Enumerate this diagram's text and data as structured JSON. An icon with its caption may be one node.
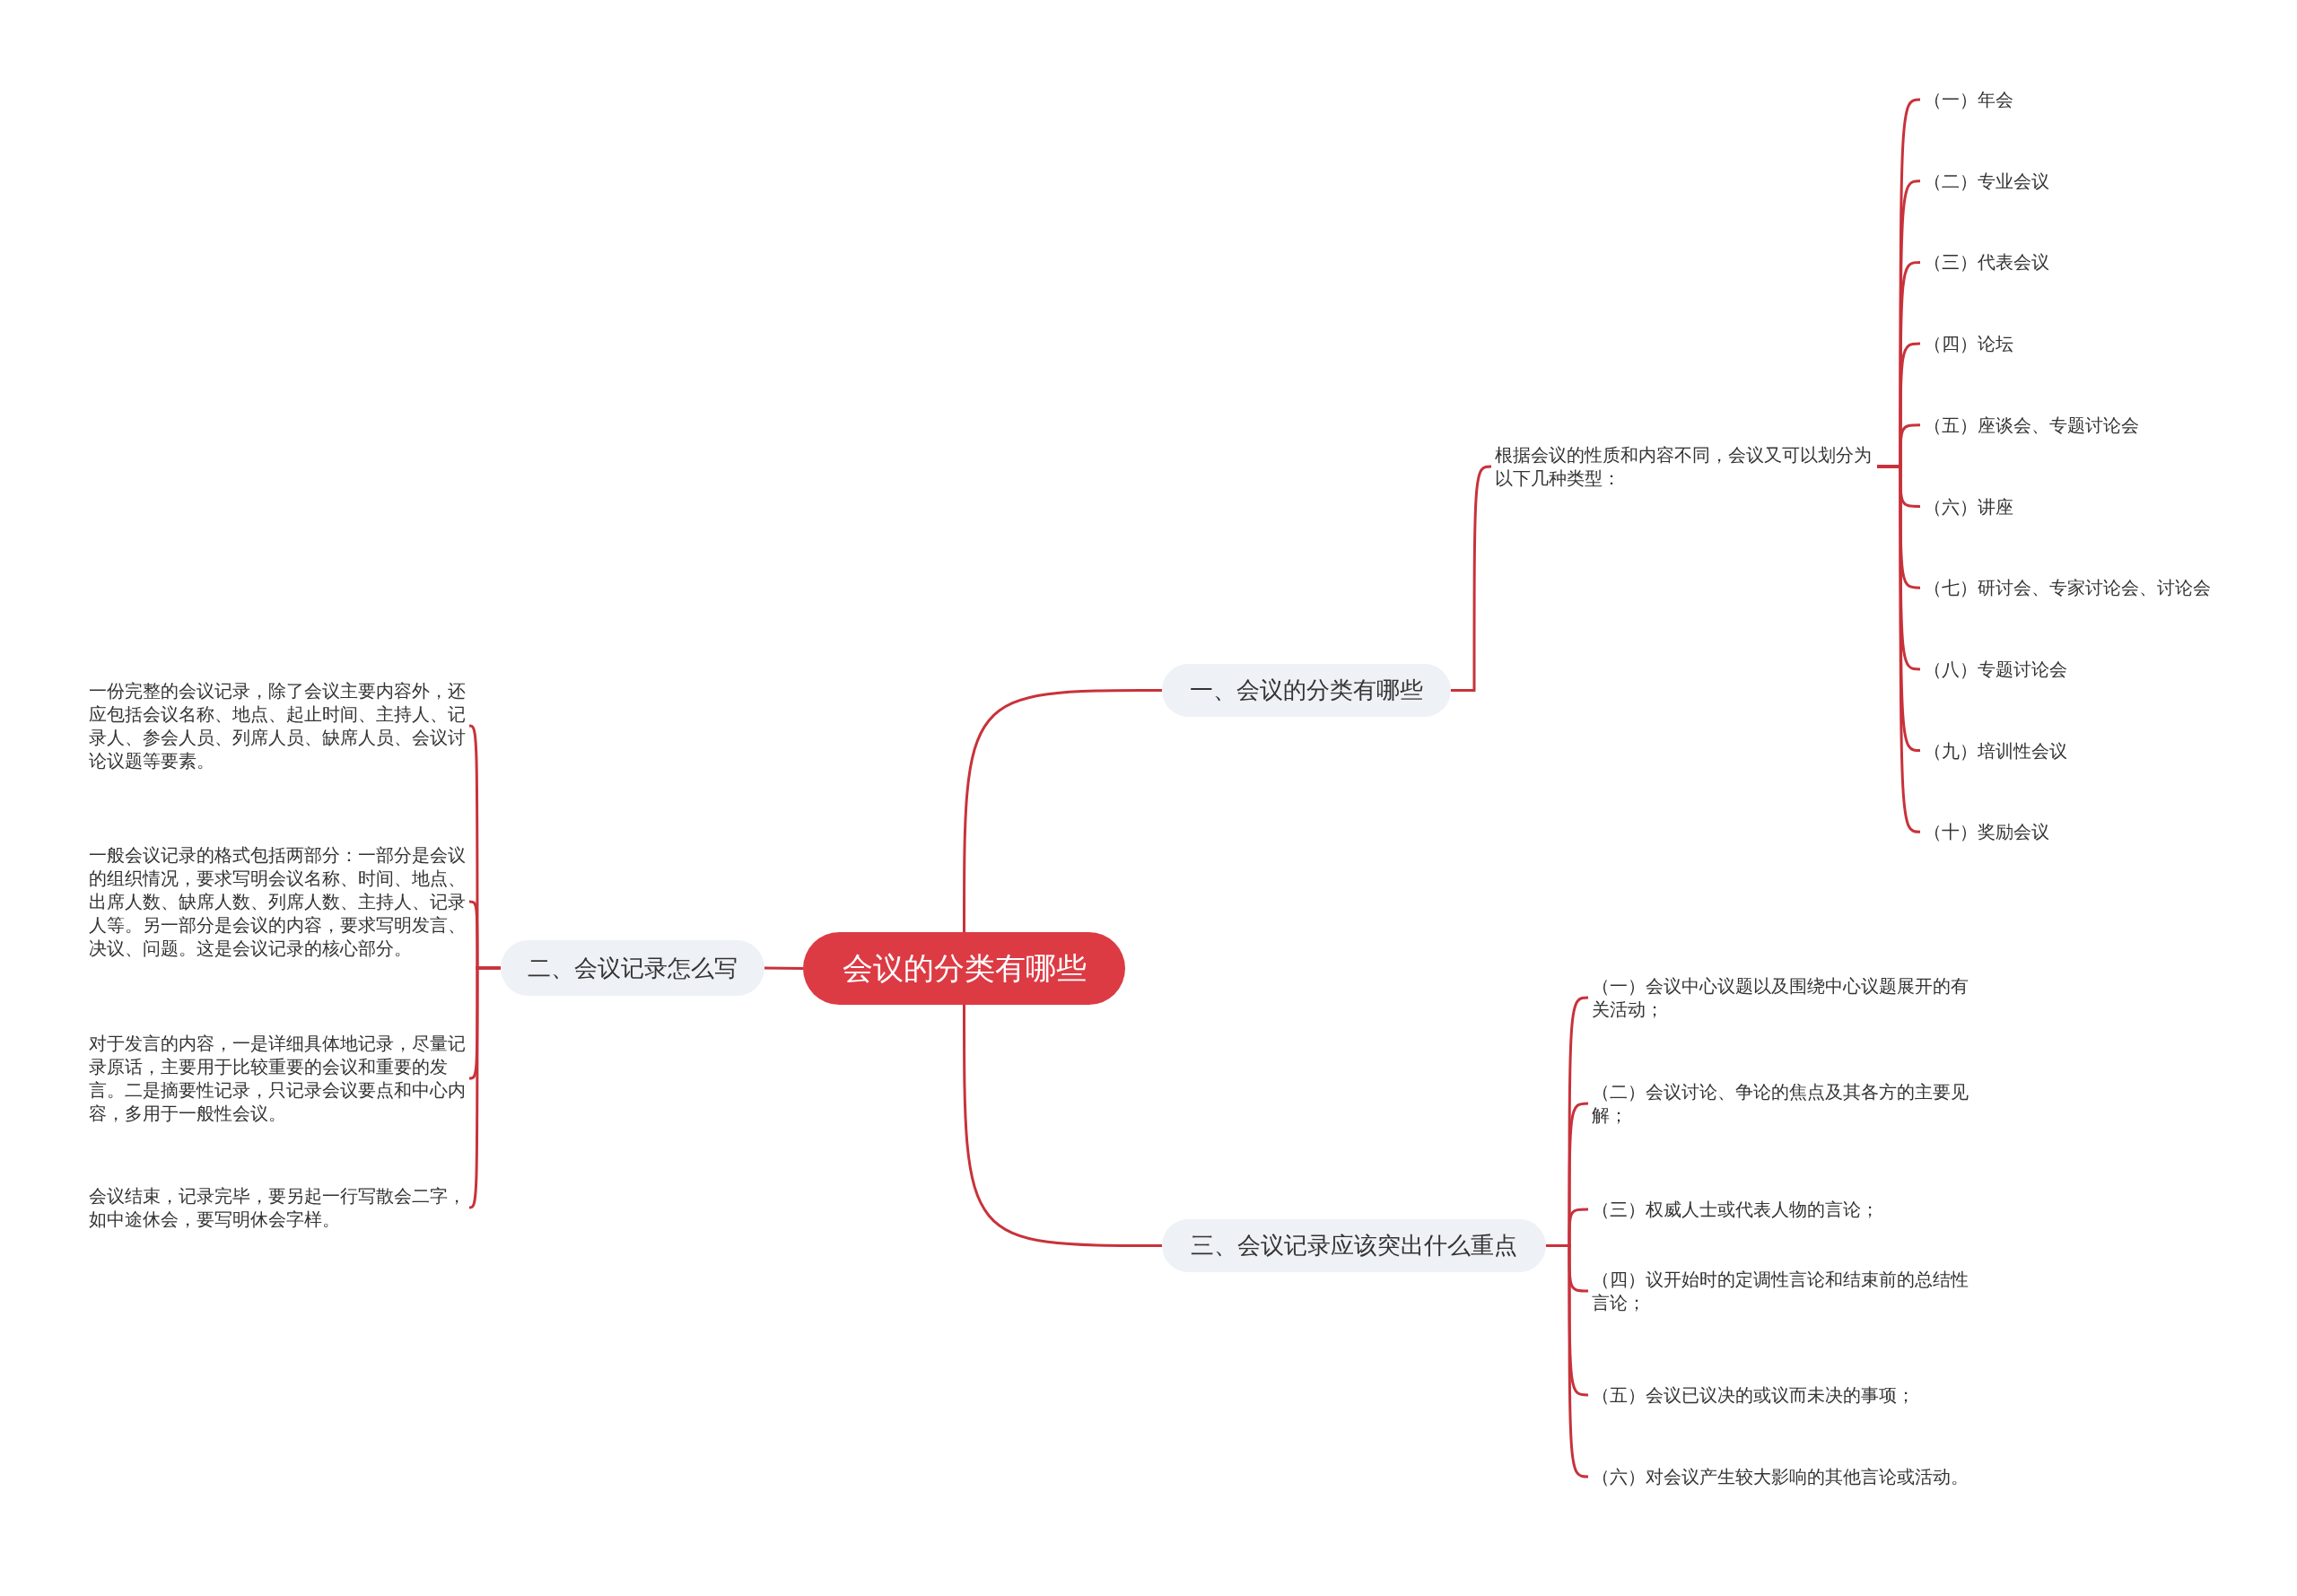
{
  "diagram": {
    "nodes": [
      {
        "text": [
          "会议的分类有哪些"
        ]
      },
      {
        "text": [
          "一、会议的分类有哪些"
        ]
      },
      {
        "text": [
          "根据会议的性质和内容不同，会议又可以划分为以下几种类型："
        ]
      },
      {
        "text": [
          "（一）年会"
        ]
      },
      {
        "text": [
          "（二）专业会议"
        ]
      },
      {
        "text": [
          "（三）代表会议"
        ]
      },
      {
        "text": [
          "（四）论坛"
        ]
      },
      {
        "text": [
          "（五）座谈会、专题讨论会"
        ]
      },
      {
        "text": [
          "（六）讲座"
        ]
      },
      {
        "text": [
          "（七）研讨会、专家讨论会、讨论会"
        ]
      },
      {
        "text": [
          "（八）专题讨论会"
        ]
      },
      {
        "text": [
          "（九）培训性会议"
        ]
      },
      {
        "text": [
          "（十）奖励会议"
        ]
      },
      {
        "text": [
          "二、会议记录怎么写"
        ]
      },
      {
        "text": [
          "一份完整的会议记录，除了会议主要内容外，还应包括会议名称、地点、起止时间、主持人、记录人、参会人员、列席人员、缺席人员、会议讨论议题等要素。"
        ]
      },
      {
        "text": [
          "一般会议记录的格式包括两部分：一部分是会议的组织情况，要求写明会议名称、时间、地点、出席人数、缺席人数、列席人数、主持人、记录人等。另一部分是会议的内容，要求写明发言、决议、问题。这是会议记录的核心部分。"
        ]
      },
      {
        "text": [
          "对于发言的内容，一是详细具体地记录，尽量记录原话，主要用于比较重要的会议和重要的发言。二是摘要性记录，只记录会议要点和中心内容，多用于一般性会议。"
        ]
      },
      {
        "text": [
          "会议结束，记录完毕，要另起一行写散会二字，如中途休会，要写明休会字样。"
        ]
      },
      {
        "text": [
          "三、会议记录应该突出什么重点"
        ]
      },
      {
        "text": [
          "（一）会议中心议题以及围绕中心议题展开的有关活动；"
        ]
      },
      {
        "text": [
          "（二）会议讨论、争论的焦点及其各方的主要见解；"
        ]
      },
      {
        "text": [
          "（三）权威人士或代表人物的言论；"
        ]
      },
      {
        "text": [
          "（四）议开始时的定调性言论和结束前的总结性言论；"
        ]
      },
      {
        "text": [
          "（五）会议已议决的或议而未决的事项；"
        ]
      },
      {
        "text": [
          "（六）对会议产生较大影响的其他言论或活动。"
        ]
      }
    ],
    "edges": [
      {
        "from": 0,
        "to": 1,
        "arrow": "none"
      },
      {
        "from": 1,
        "to": 2,
        "arrow": "none"
      },
      {
        "from": 2,
        "to": 3,
        "arrow": "none"
      },
      {
        "from": 2,
        "to": 4,
        "arrow": "none"
      },
      {
        "from": 2,
        "to": 5,
        "arrow": "none"
      },
      {
        "from": 2,
        "to": 6,
        "arrow": "none"
      },
      {
        "from": 2,
        "to": 7,
        "arrow": "none"
      },
      {
        "from": 2,
        "to": 8,
        "arrow": "none"
      },
      {
        "from": 2,
        "to": 9,
        "arrow": "none"
      },
      {
        "from": 2,
        "to": 10,
        "arrow": "none"
      },
      {
        "from": 2,
        "to": 11,
        "arrow": "none"
      },
      {
        "from": 2,
        "to": 12,
        "arrow": "none"
      },
      {
        "from": 0,
        "to": 13,
        "arrow": "none"
      },
      {
        "from": 13,
        "to": 14,
        "arrow": "none"
      },
      {
        "from": 13,
        "to": 15,
        "arrow": "none"
      },
      {
        "from": 13,
        "to": 16,
        "arrow": "none"
      },
      {
        "from": 13,
        "to": 17,
        "arrow": "none"
      },
      {
        "from": 0,
        "to": 18,
        "arrow": "none"
      },
      {
        "from": 18,
        "to": 19,
        "arrow": "none"
      },
      {
        "from": 18,
        "to": 20,
        "arrow": "none"
      },
      {
        "from": 18,
        "to": 21,
        "arrow": "none"
      },
      {
        "from": 18,
        "to": 22,
        "arrow": "none"
      },
      {
        "from": 18,
        "to": 23,
        "arrow": "none"
      },
      {
        "from": 18,
        "to": 24,
        "arrow": "none"
      }
    ]
  }
}
